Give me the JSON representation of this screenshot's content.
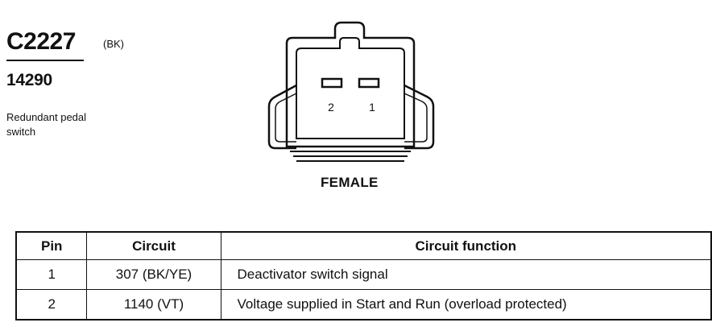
{
  "connector": {
    "id": "C2227",
    "color_code": "(BK)",
    "part_number": "14290",
    "description_lines": [
      "Redundant pedal",
      "switch"
    ]
  },
  "diagram": {
    "pin_labels": [
      "2",
      "1"
    ],
    "view_label": "FEMALE"
  },
  "table": {
    "headers": {
      "pin": "Pin",
      "circuit": "Circuit",
      "function": "Circuit function"
    },
    "rows": [
      {
        "pin": "1",
        "circuit": "307 (BK/YE)",
        "function": "Deactivator switch signal"
      },
      {
        "pin": "2",
        "circuit": "1140 (VT)",
        "function": "Voltage supplied in Start and Run (overload protected)"
      }
    ]
  }
}
